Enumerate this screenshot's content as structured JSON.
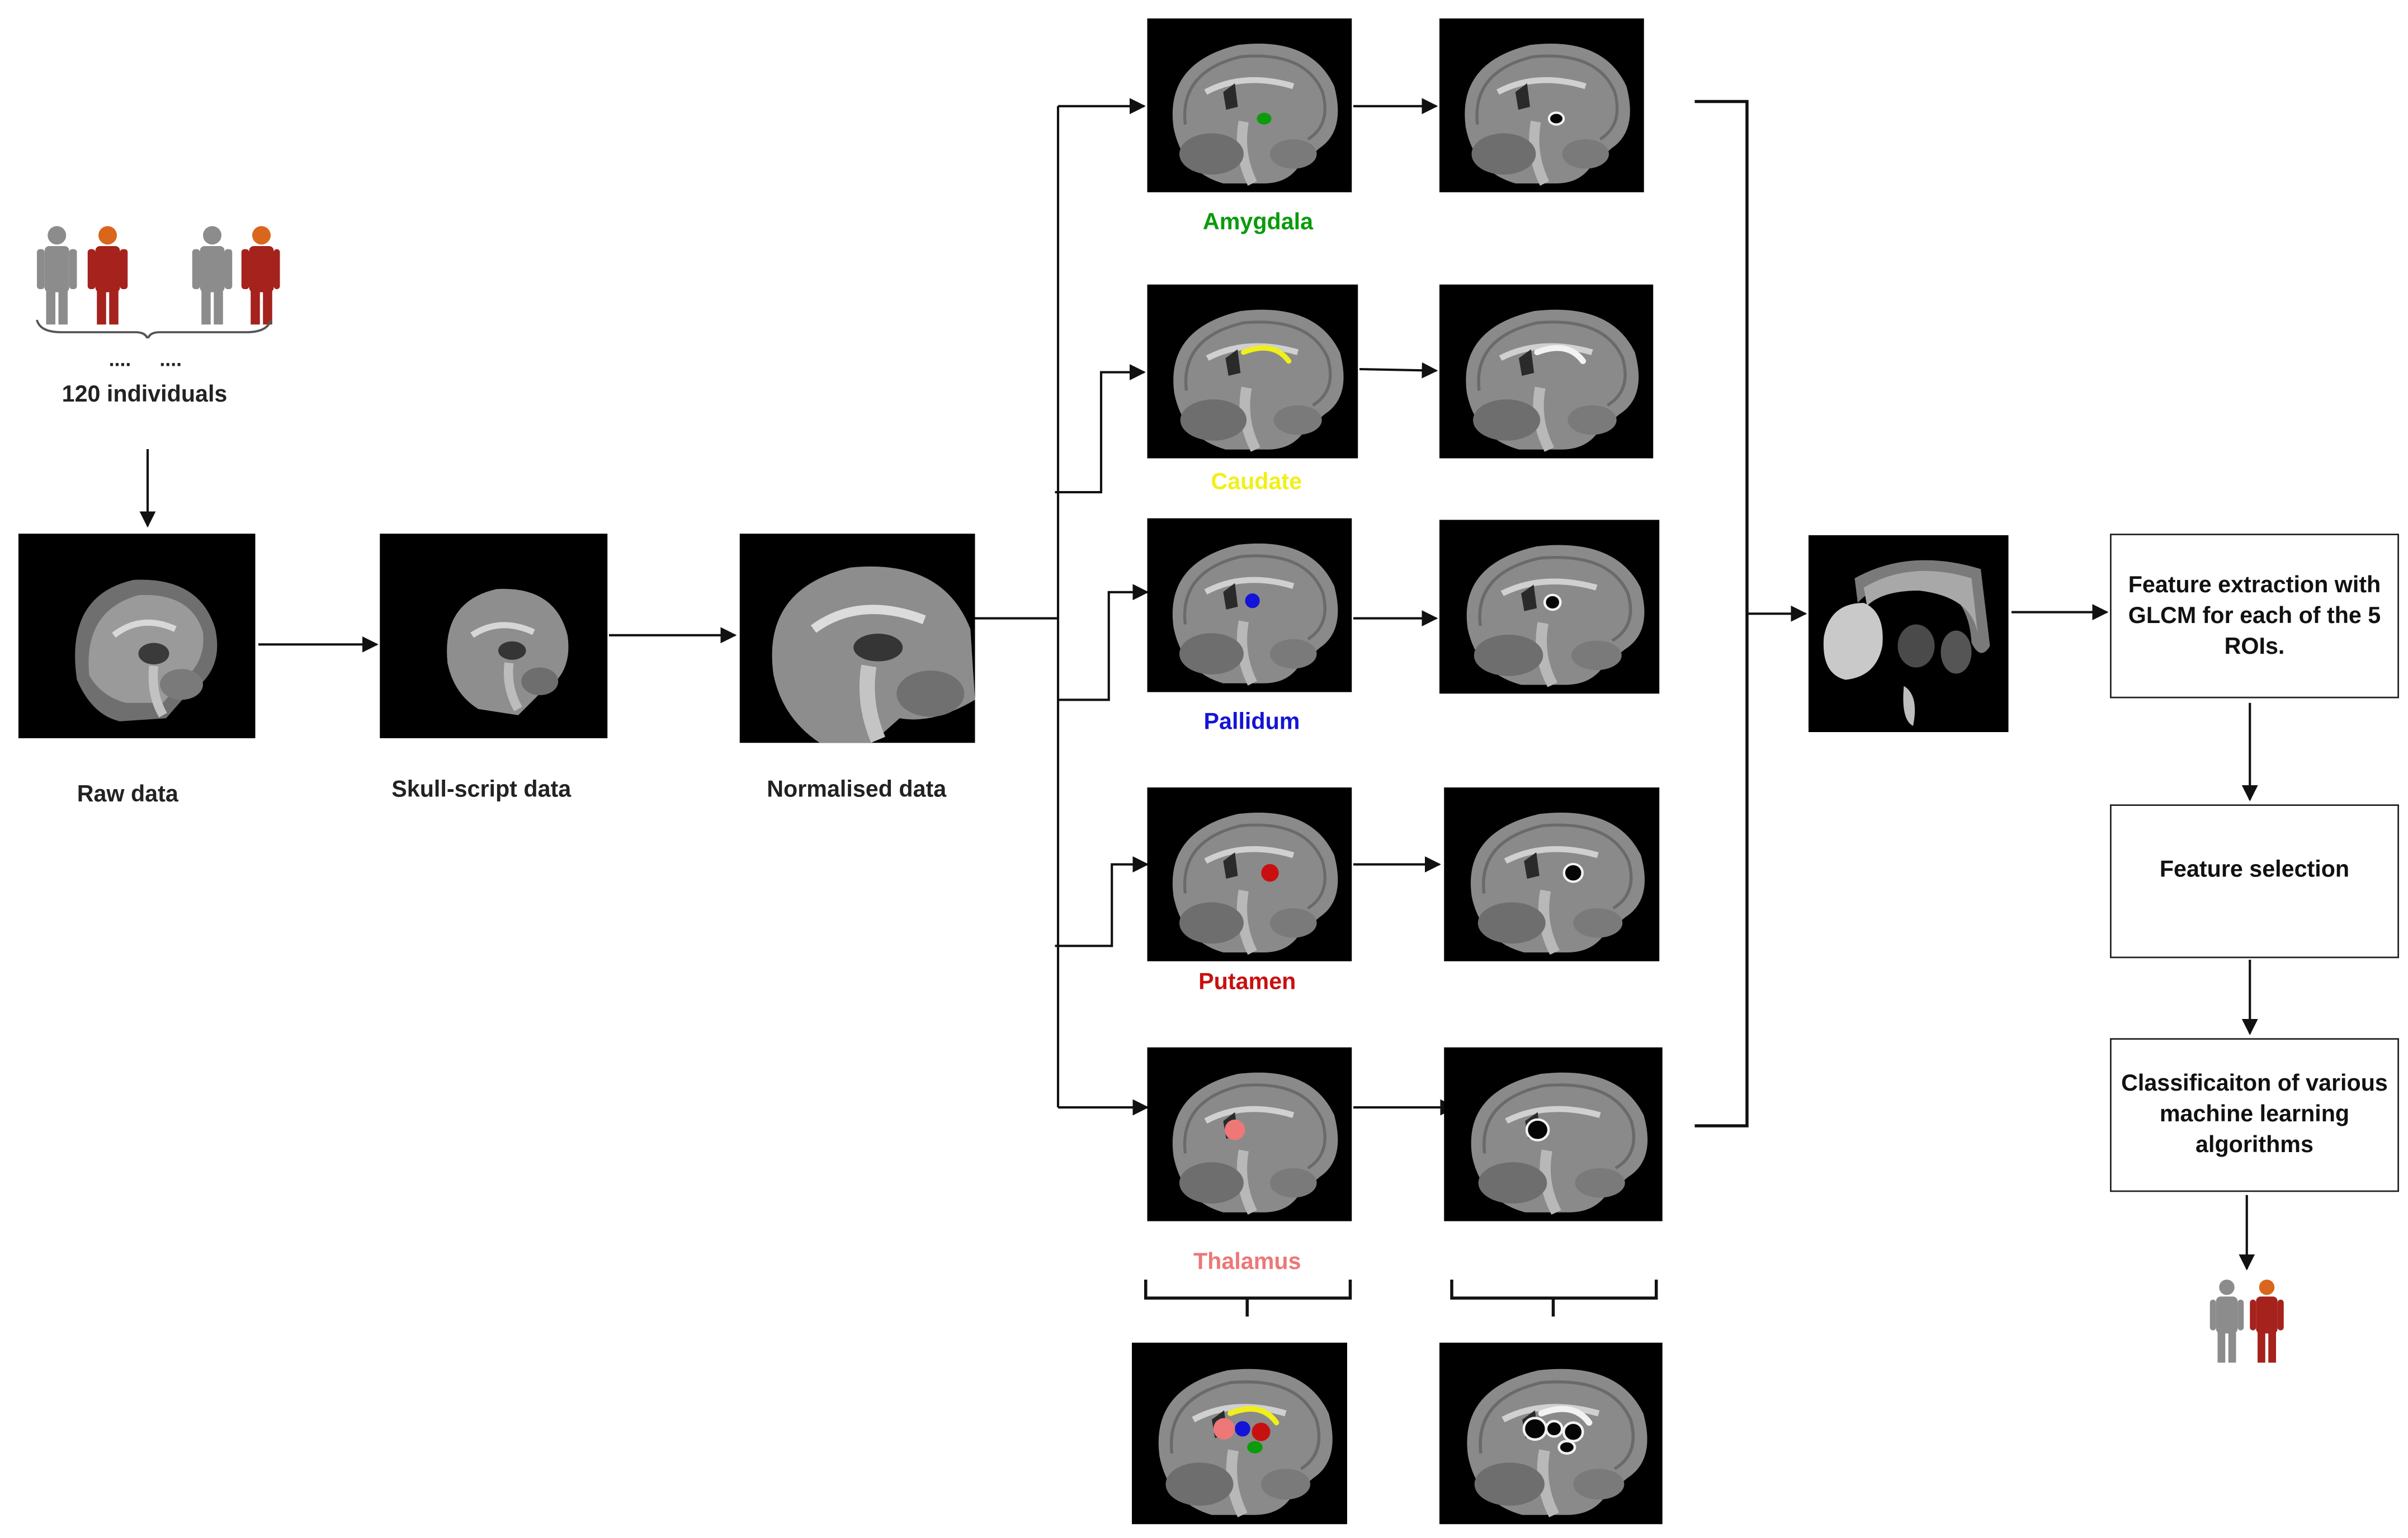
{
  "colors": {
    "amygdala": "#0b9b0b",
    "caudate": "#f1ef1a",
    "pallidum": "#1414d6",
    "putamen": "#c91010",
    "thalamus": "#ee7777",
    "person_gray": "#8c8c8c",
    "person_red": "#a5221d",
    "person_head_orange": "#d9661c"
  },
  "input": {
    "dots_left": "....",
    "dots_right": "....",
    "count_label": "120 individuals"
  },
  "stages": {
    "raw": "Raw data",
    "skull": "Skull-script data",
    "normalised": "Normalised data"
  },
  "rois": [
    {
      "key": "amygdala",
      "label": "Amygdala"
    },
    {
      "key": "caudate",
      "label": "Caudate"
    },
    {
      "key": "pallidum",
      "label": "Pallidum"
    },
    {
      "key": "putamen",
      "label": "Putamen"
    },
    {
      "key": "thalamus",
      "label": "Thalamus"
    }
  ],
  "steps": {
    "feature_extraction": "Feature extraction with GLCM for each of the 5 ROIs.",
    "feature_selection": "Feature selection",
    "classification": "Classificaiton of various machine learning algorithms"
  }
}
